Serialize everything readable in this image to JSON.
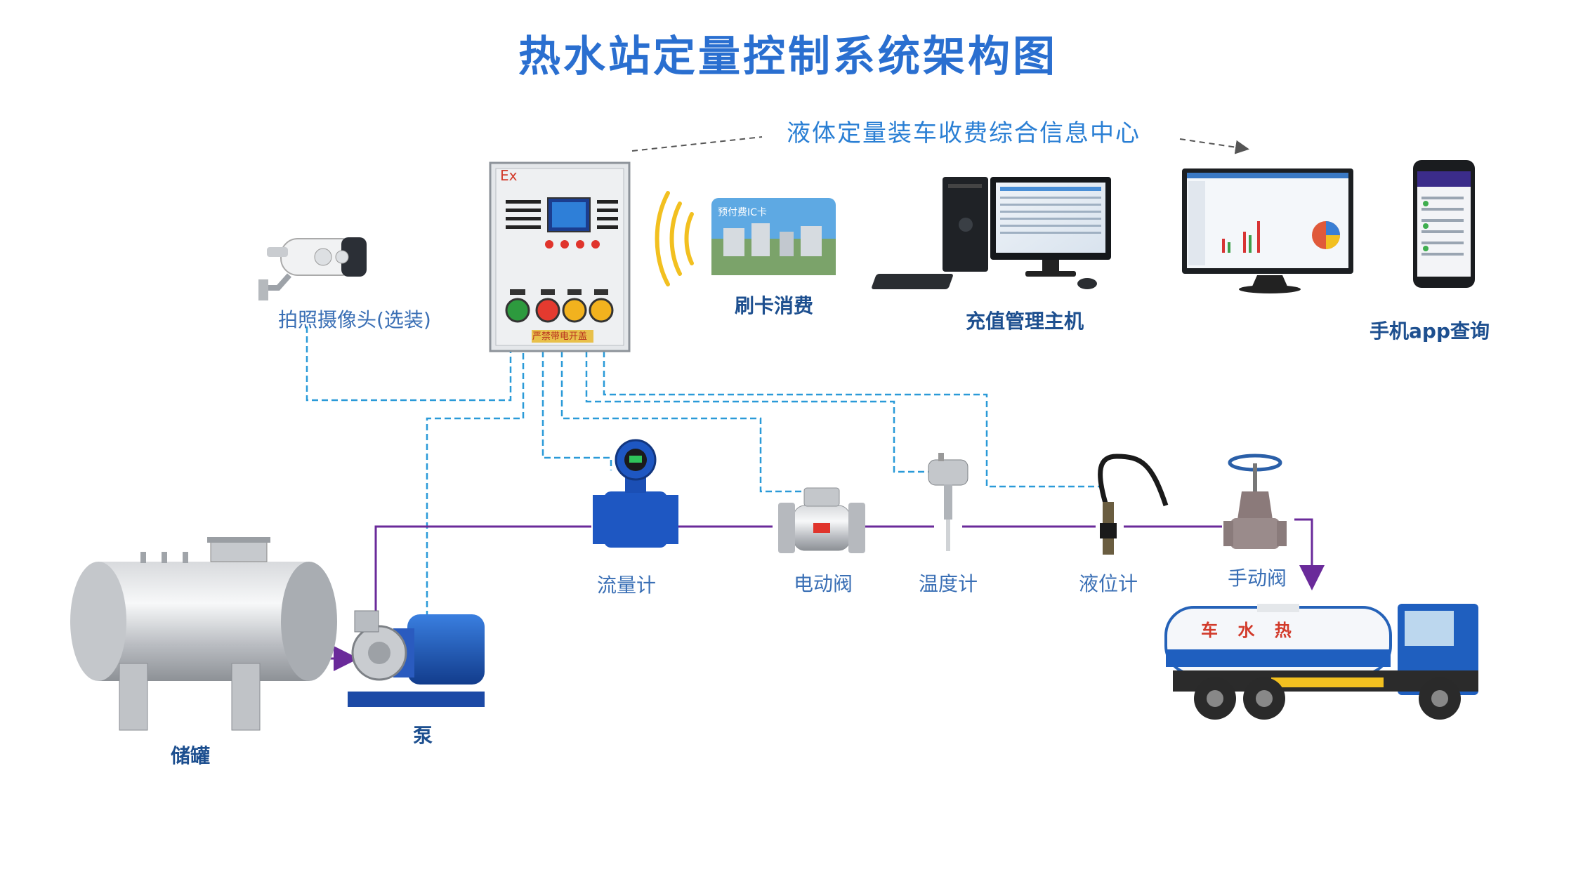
{
  "title": "热水站定量控制系统架构图",
  "subtitle": "液体定量装车收费综合信息中心",
  "labels": {
    "camera": "拍照摄像头(选装)",
    "card": "刷卡消费",
    "host": "充值管理主机",
    "app": "手机app查询",
    "tank": "储罐",
    "pump": "泵",
    "flowmeter": "流量计",
    "electric_valve": "电动阀",
    "thermometer": "温度计",
    "level_gauge": "液位计",
    "manual_valve": "手动阀"
  },
  "panel": {
    "ex_mark": "Ex",
    "warning": "严禁带电开盖"
  },
  "card": {
    "text": "预付费IC卡"
  },
  "truck": {
    "text": "车 水 热"
  },
  "colors": {
    "title": "#2a6fd0",
    "signal_line": "#2a9ad8",
    "pipe_line": "#6a2a9a",
    "label": "#3a6fb5"
  }
}
